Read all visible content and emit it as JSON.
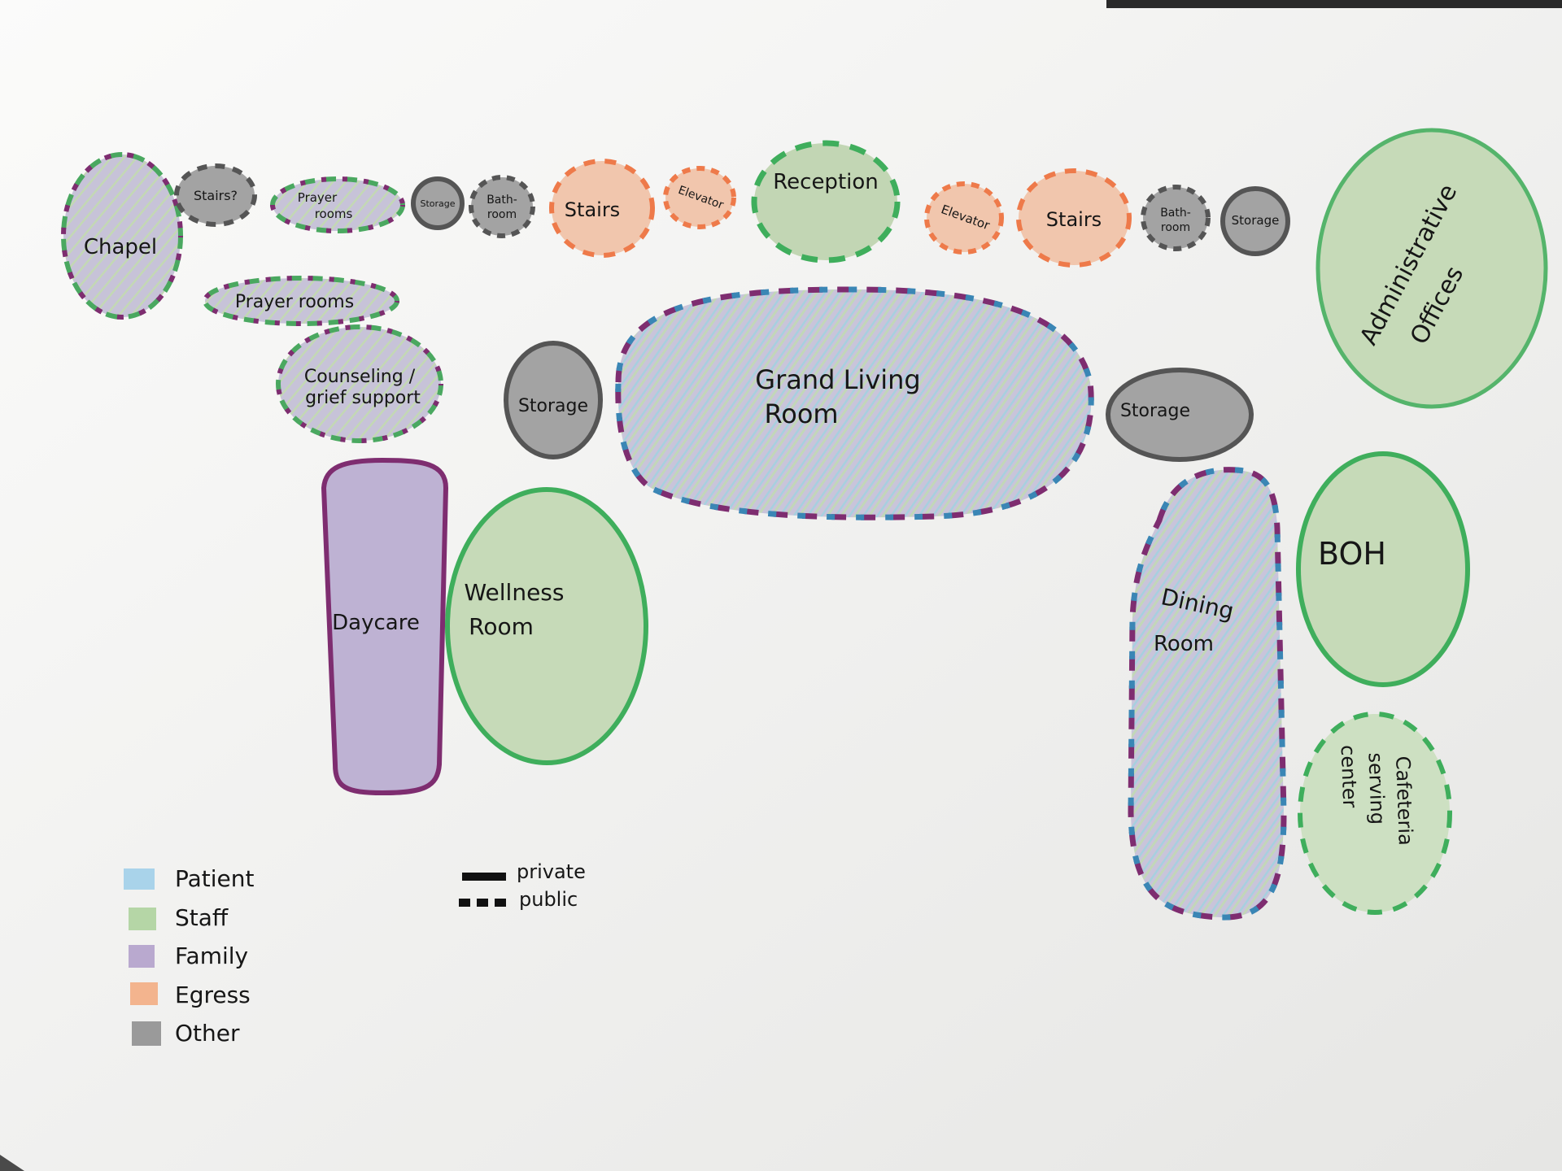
{
  "colors": {
    "paper": "#f3f3f1",
    "patient": "#a9d3ea",
    "staff": "#b5d6a6",
    "family": "#b9a9cf",
    "egress": "#f3b48e",
    "other": "#9a9a9a",
    "green_line": "#3fae5c",
    "purple_line": "#7e2d70",
    "blue_line": "#3a86b5",
    "orange_line": "#ee7a4a",
    "gray_line": "#555555"
  },
  "spaces": {
    "chapel": "Chapel",
    "stairs_left_small": "Stairs?",
    "prayer_rooms_top_1": "Prayer",
    "prayer_rooms_top_2": "rooms",
    "storage_top_left": "Storage",
    "bathroom_left_1": "Bath-",
    "bathroom_left_2": "room",
    "stairs_left": "Stairs",
    "elevator_left": "Elevator",
    "reception": "Reception",
    "elevator_right": "Elevator",
    "stairs_right": "Stairs",
    "bathroom_right_1": "Bath-",
    "bathroom_right_2": "room",
    "storage_top_right": "Storage",
    "administrative_1": "Administrative",
    "administrative_2": "Offices",
    "prayer_rooms": "Prayer rooms",
    "counseling_1": "Counseling /",
    "counseling_2": "grief support",
    "storage_mid": "Storage",
    "grand_living_1": "Grand Living",
    "grand_living_2": "Room",
    "storage_right": "Storage",
    "daycare": "Daycare",
    "wellness_1": "Wellness",
    "wellness_2": "Room",
    "dining_1": "Dining",
    "dining_2": "Room",
    "boh": "BOH",
    "cafeteria_1": "Cafeteria",
    "cafeteria_2": "serving",
    "cafeteria_3": "center"
  },
  "legend": {
    "patient": "Patient",
    "staff": "Staff",
    "family": "Family",
    "egress": "Egress",
    "other": "Other",
    "private": "private",
    "public": "public"
  }
}
